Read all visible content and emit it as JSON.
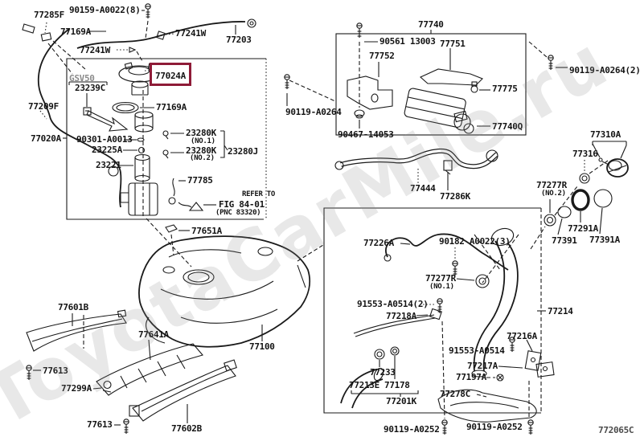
{
  "watermark": "ToyotaCarMile.ru",
  "diagram_code": "772065C",
  "highlighted_part": "77024A",
  "colors": {
    "highlight": "#8e1b37",
    "label": "#141414",
    "watermark": "#8f8f8f"
  },
  "notes": {
    "refer_line1": "REFER TO",
    "refer_line2": "FIG 84-01",
    "refer_line3": "(PNC 83320)",
    "model_code": "GSV50"
  },
  "labels": [
    "77285F",
    "90159-A0022(8)",
    "77169A",
    "77241W",
    "77203",
    "77241W",
    "GSV50",
    "23239C",
    "77024A",
    "77169A",
    "77209F",
    "77020A",
    "90301-A0013",
    "23225A",
    "23221",
    "23280K",
    "(NO.1)",
    "23280K",
    "(NO.2)",
    "23280J",
    "77785",
    "REFER TO",
    "FIG 84-01",
    "(PNC 83320)",
    "77651A",
    "77100",
    "77601B",
    "77641A",
    "77613",
    "77299A",
    "77613",
    "77602B",
    "77740",
    "90561 13003",
    "77752",
    "77751",
    "77775",
    "90467-14053",
    "77740Q",
    "90119-A0264",
    "90119-A0264(2)",
    "77444",
    "77286K",
    "77226A",
    "90182 A0022(3)",
    "77277R",
    "(NO.1)",
    "91553-A0514(2)",
    "77218A",
    "77216A",
    "91553-A0514",
    "77217A",
    "77197A",
    "77278C",
    "77233",
    "77213E",
    "77178",
    "77201K",
    "90119-A0252",
    "90119-A0252",
    "77310A",
    "77316",
    "77277R",
    "(NO.2)",
    "77291A",
    "77391",
    "77391A",
    "77214",
    "772065C"
  ]
}
